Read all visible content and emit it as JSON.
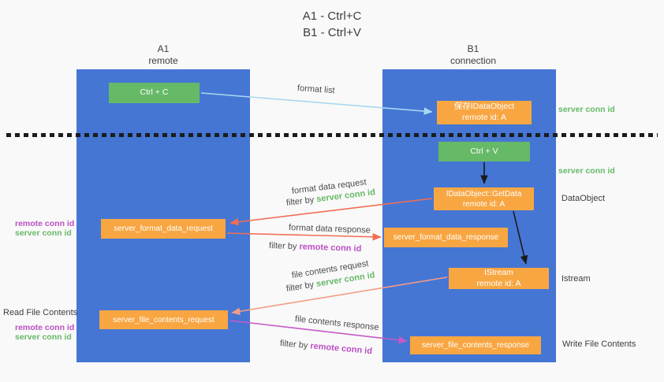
{
  "title": {
    "line1": "A1 - Ctrl+C",
    "line2": "B1 - Ctrl+V"
  },
  "columns": {
    "left": {
      "name": "A1",
      "subtitle": "remote"
    },
    "right": {
      "name": "B1",
      "subtitle": "connection"
    }
  },
  "nodes": {
    "ctrl_c": {
      "label": "Ctrl + C"
    },
    "ctrl_v": {
      "label": "Ctrl + V"
    },
    "save_dataobject": {
      "label": "保存IDataObject",
      "sublabel": "remote id: A"
    },
    "getdata": {
      "label": "IDataObject::GetData",
      "sublabel": "remote id: A"
    },
    "istream": {
      "label": "IStream",
      "sublabel": "remote id: A"
    },
    "format_request": {
      "label": "server_format_data_request"
    },
    "format_response": {
      "label": "server_format_data_response"
    },
    "file_request": {
      "label": "server_file_contents_request"
    },
    "file_response": {
      "label": "server_file_contents_response"
    }
  },
  "labels": {
    "format_list": "format list",
    "format_data_request": "format data request",
    "format_data_response": "format data response",
    "file_contents_request": "file contents request",
    "file_contents_response": "file contents response",
    "filter_by": "filter by",
    "server_conn_id": "server conn id",
    "remote_conn_id": "remote conn id",
    "dataobject": "DataObject",
    "istream": "Istream",
    "read_file_contents": "Read File Contents",
    "write_file_contents": "Write File Contents"
  },
  "colors": {
    "column_blue": "#4576d4",
    "node_green": "#66b967",
    "node_orange": "#f8a642",
    "arrow_red": "#f26d55",
    "arrow_salmon": "#f49b85",
    "arrow_magenta": "#c45ac8",
    "arrow_blue": "#a8d8f0",
    "arrow_black": "#1a1a1a",
    "green_text": "#66b967",
    "magenta_text": "#bb4ec4"
  }
}
